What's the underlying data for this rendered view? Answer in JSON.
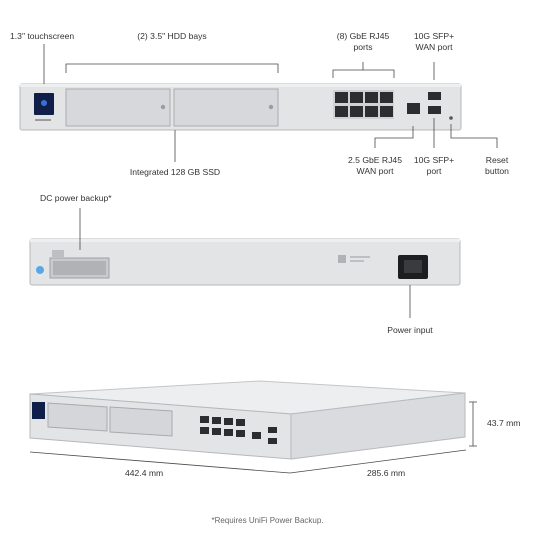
{
  "front_callouts": {
    "touchscreen": "1.3\" touchscreen",
    "hdd_bays": "(2) 3.5\" HDD bays",
    "gbe_line1": "(8) GbE RJ45",
    "gbe_line2": "ports",
    "sfp_wan_line1": "10G SFP+",
    "sfp_wan_line2": "WAN port",
    "ssd": "Integrated 128 GB SSD",
    "wan25_line1": "2.5 GbE RJ45",
    "wan25_line2": "WAN port",
    "sfp_line1": "10G SFP+",
    "sfp_line2": "port",
    "reset_line1": "Reset",
    "reset_line2": "button"
  },
  "rear_callouts": {
    "dc_backup": "DC power backup*",
    "power_input": "Power input"
  },
  "dimensions": {
    "width": "442.4 mm",
    "depth": "285.6 mm",
    "height": "43.7 mm"
  },
  "footnote": "*Requires UniFi Power Backup.",
  "colors": {
    "chassis": "#e3e4e6",
    "chassis_edge": "#b8babd",
    "bay": "#d5d7da",
    "port": "#2b2d30",
    "line": "#4a4a4a"
  }
}
